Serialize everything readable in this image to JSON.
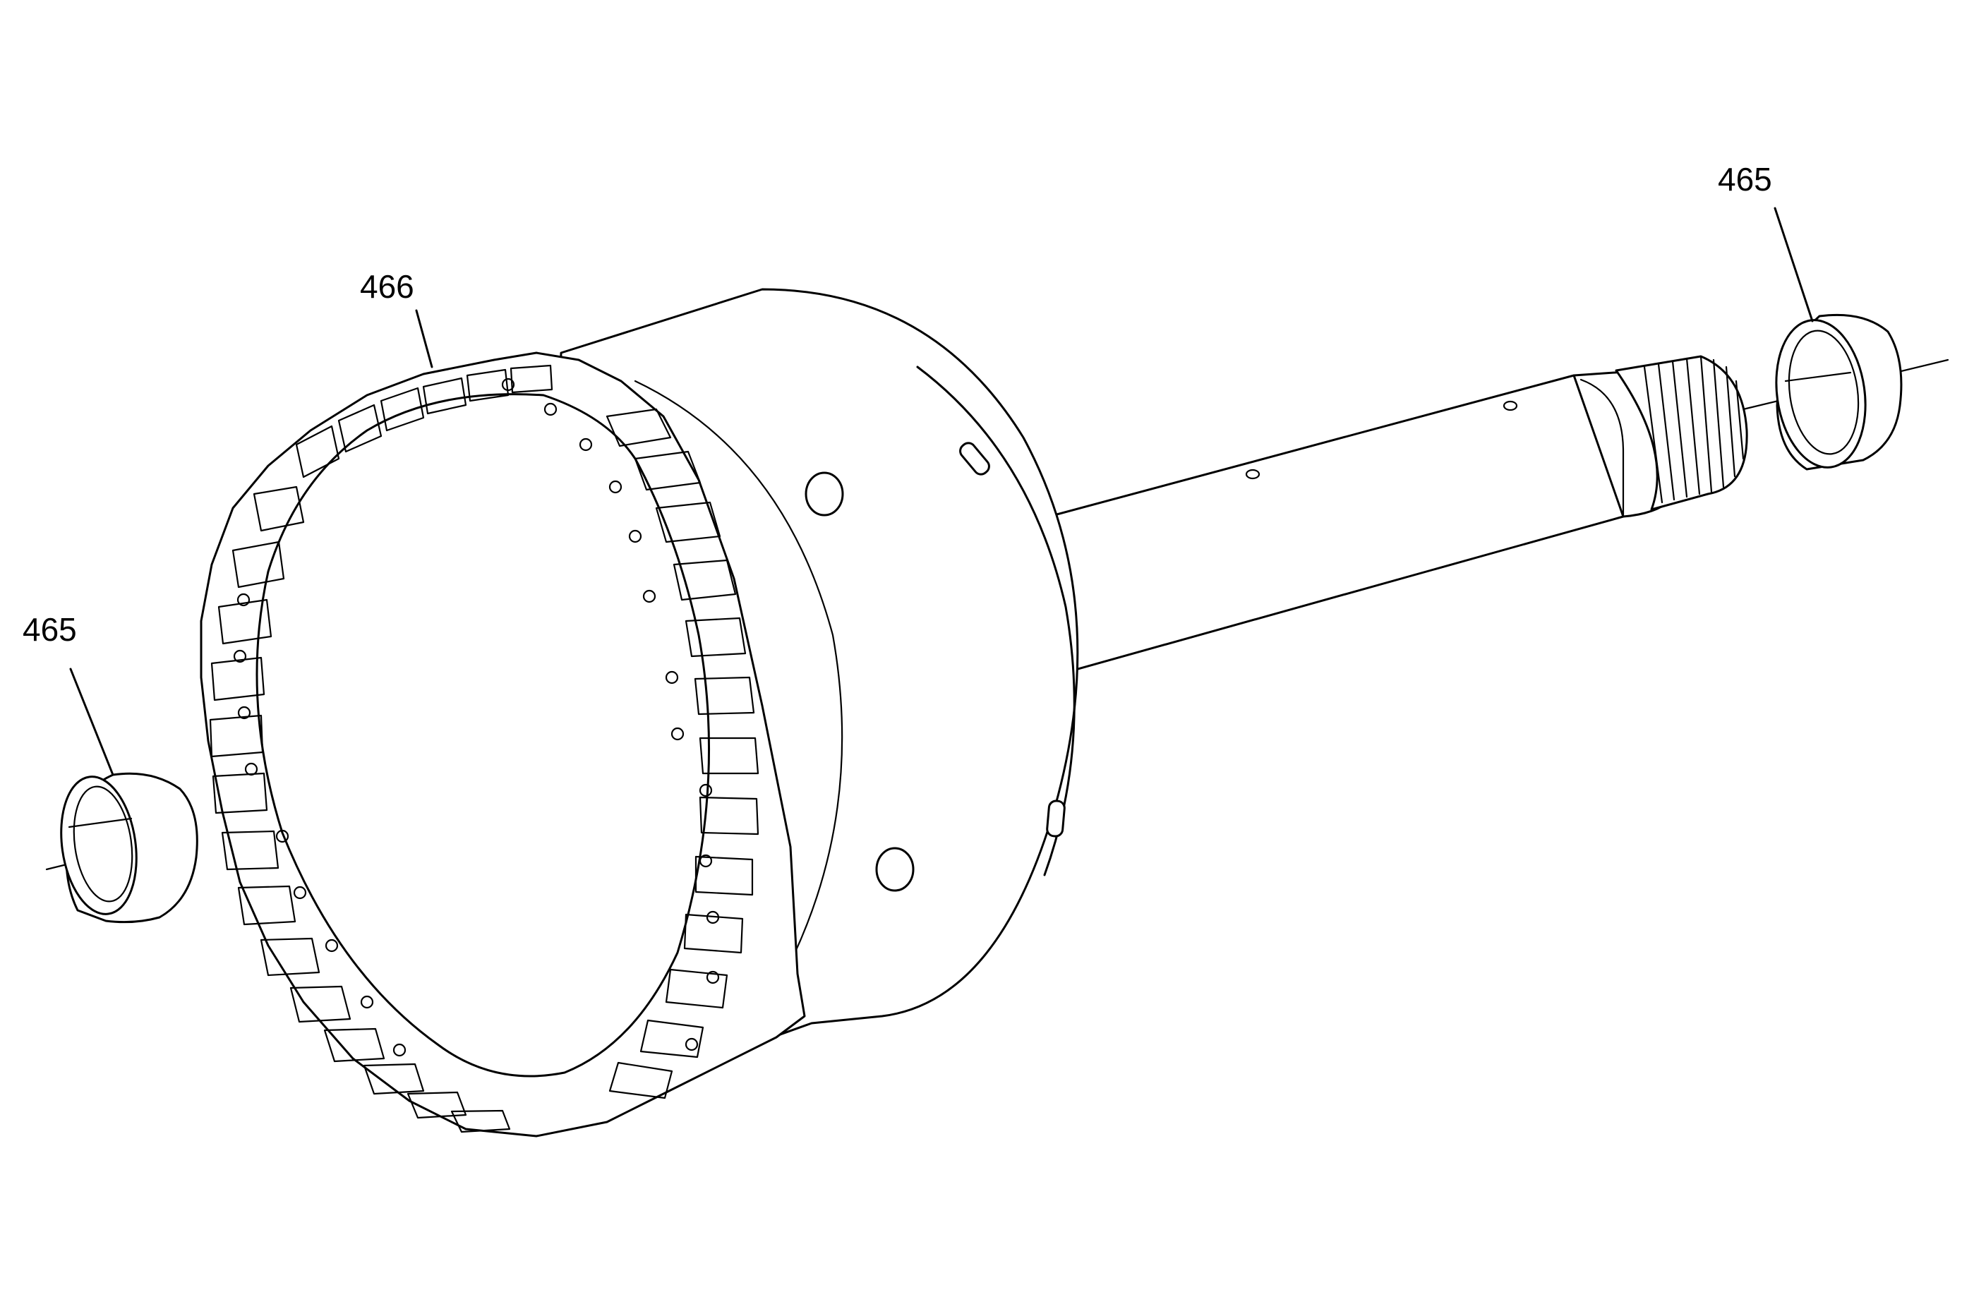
{
  "diagram": {
    "background": "#ffffff",
    "line_color": "#000000",
    "callouts": [
      {
        "id": "bushing-front",
        "label": "465"
      },
      {
        "id": "housing",
        "label": "466"
      },
      {
        "id": "bushing-rear",
        "label": "465"
      }
    ]
  }
}
